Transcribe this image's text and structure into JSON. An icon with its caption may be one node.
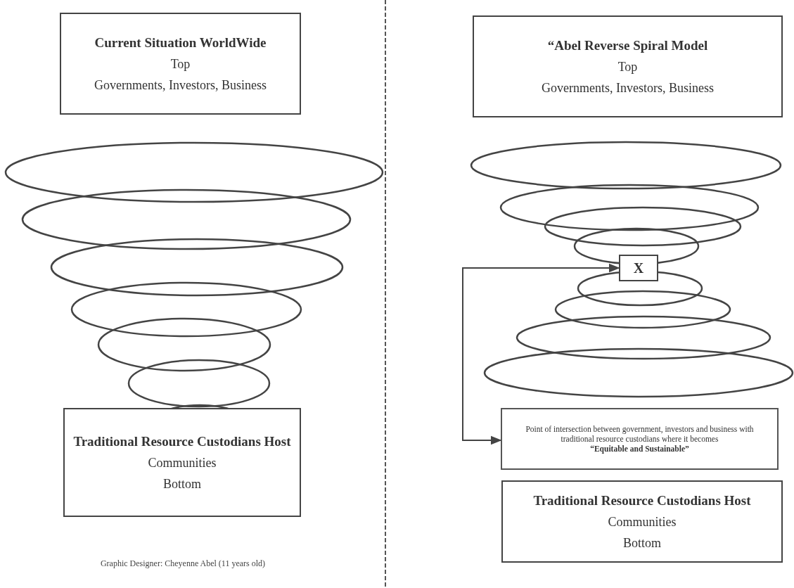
{
  "diagram": {
    "nodes": [
      {
        "text": [
          "Current Situation WorldWide",
          "Top",
          "Governments, Investors, Business"
        ]
      },
      {
        "text": [
          "Traditional Resource Custodians Host",
          "Communities",
          "Bottom"
        ]
      },
      {
        "text": [
          "“Abel Reverse Spiral Model",
          "Top",
          "Governments, Investors, Business"
        ]
      },
      {
        "text": [
          "X"
        ]
      },
      {
        "text": [
          "Point of intersection between government, investors and business with traditional resource custodians where it becomes",
          "“Equitable and Sustainable”"
        ]
      },
      {
        "text": [
          "Traditional Resource Custodians Host",
          "Communities",
          "Bottom"
        ]
      }
    ],
    "edges": [
      {
        "from": 4,
        "to": 3,
        "arrow": "both"
      }
    ],
    "labels": [
      "Graphic Designer: Cheyenne Abel (11 years old)"
    ]
  }
}
